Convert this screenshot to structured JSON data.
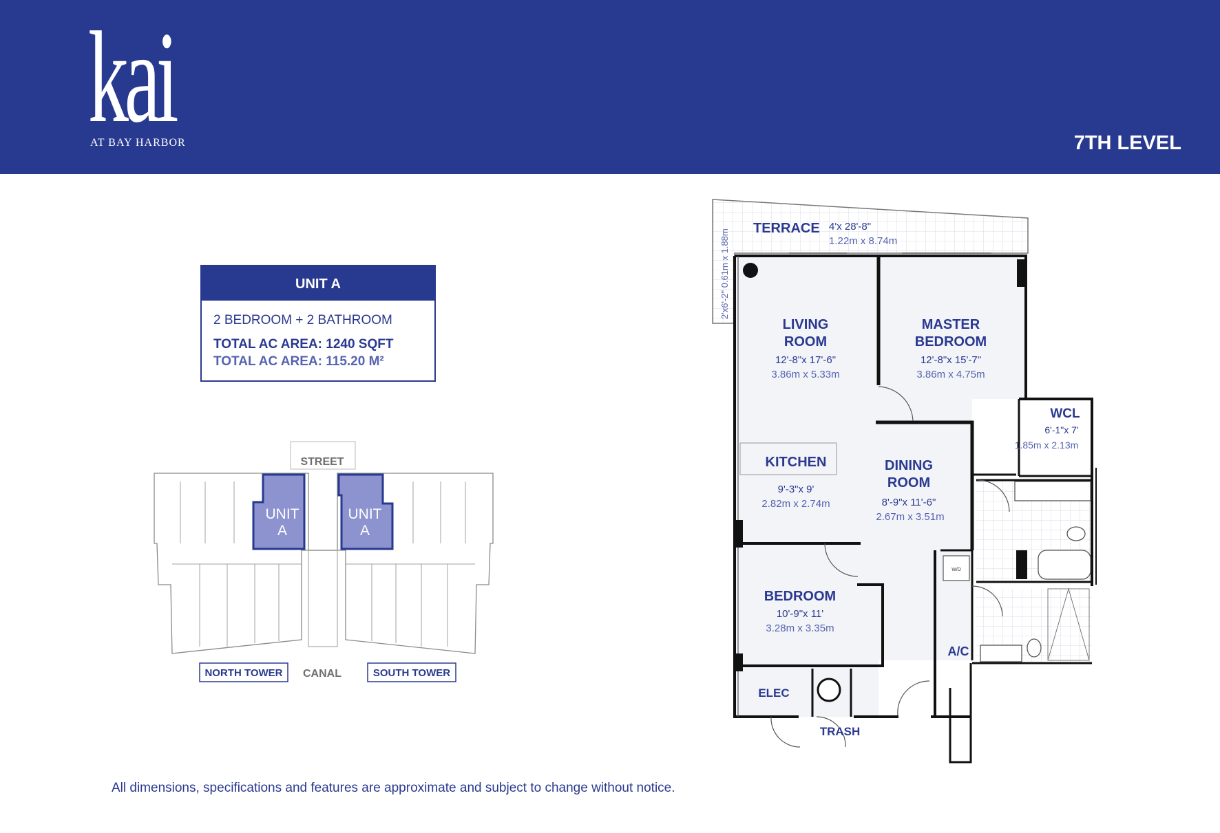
{
  "brand": {
    "name": "kai",
    "subtitle": "AT BAY HARBOR"
  },
  "level": "7TH LEVEL",
  "unit": {
    "title": "UNIT A",
    "rooms": "2 BEDROOM + 2 BATHROOM",
    "area_sqft": "TOTAL AC AREA: 1240 SQFT",
    "area_m2": "TOTAL AC AREA: 115.20 M²"
  },
  "keyplan": {
    "street": "STREET",
    "canal": "CANAL",
    "north_tower": "NORTH TOWER",
    "south_tower": "SOUTH TOWER",
    "unit_label_1": "UNIT",
    "unit_label_2": "A"
  },
  "floorplan": {
    "terrace": {
      "name": "TERRACE",
      "dim_ft": "4'x 28'-8\"",
      "dim_m": "1.22m x 8.74m"
    },
    "terrace_side": "2'x6'-2\"   0.61m x 1.88m",
    "living": {
      "line1": "LIVING",
      "line2": "ROOM",
      "dim_ft": "12'-8\"x 17'-6\"",
      "dim_m": "3.86m x 5.33m"
    },
    "master": {
      "line1": "MASTER",
      "line2": "BEDROOM",
      "dim_ft": "12'-8\"x 15'-7\"",
      "dim_m": "3.86m x 4.75m"
    },
    "wcl": {
      "name": "WCL",
      "dim_ft": "6'-1\"x 7'",
      "dim_m": "1.85m x 2.13m"
    },
    "kitchen": {
      "name": "KITCHEN",
      "dim_ft": "9'-3\"x 9'",
      "dim_m": "2.82m x 2.74m"
    },
    "dining": {
      "line1": "DINING",
      "line2": "ROOM",
      "dim_ft": "8'-9\"x 11'-6\"",
      "dim_m": "2.67m x 3.51m"
    },
    "bedroom": {
      "name": "BEDROOM",
      "dim_ft": "10'-9\"x 11'",
      "dim_m": "3.28m x 3.35m"
    },
    "ac": "A/C",
    "elec": "ELEC",
    "trash": "TRASH",
    "wd": "W/D"
  },
  "disclaimer": "All dimensions, specifications and features are approximate and subject to change without notice."
}
